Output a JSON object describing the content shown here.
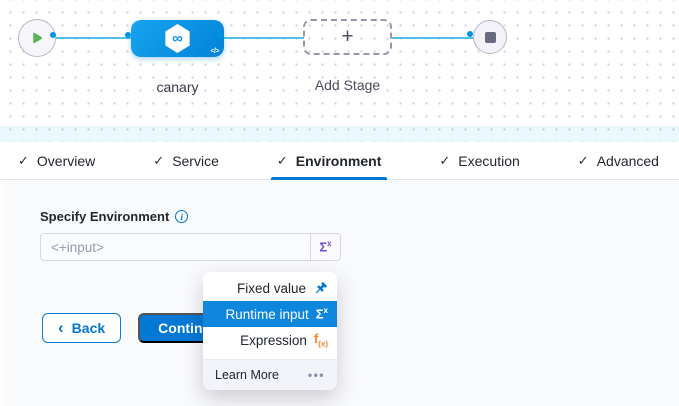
{
  "canvas": {
    "stage_label": "canary",
    "add_stage_label": "Add Stage"
  },
  "tabs": [
    {
      "label": "Overview",
      "checked": true,
      "active": false
    },
    {
      "label": "Service",
      "checked": true,
      "active": false
    },
    {
      "label": "Environment",
      "checked": true,
      "active": true
    },
    {
      "label": "Execution",
      "checked": true,
      "active": false
    },
    {
      "label": "Advanced",
      "checked": true,
      "active": false
    }
  ],
  "form": {
    "label": "Specify Environment",
    "placeholder": "<+input>"
  },
  "actions": {
    "back": "Back",
    "continue": "Continue"
  },
  "dropdown": {
    "items": [
      {
        "label": "Fixed value",
        "icon": "pin-icon",
        "selected": false
      },
      {
        "label": "Runtime input",
        "icon": "runtime-sigma-icon",
        "selected": true
      },
      {
        "label": "Expression",
        "icon": "expression-fx-icon",
        "selected": false
      }
    ],
    "footer": {
      "learn_more": "Learn More",
      "more": "•••"
    }
  },
  "glyphs": {
    "check": "✓",
    "plus": "+",
    "infinity": "∞",
    "code": "</>",
    "back_chevron": "‹",
    "info": "i",
    "sigma": "Σ",
    "sigma_sup": "x",
    "fx_base": "f",
    "fx_sub": "(x)"
  },
  "colors": {
    "primary_blue": "#0278d5",
    "node_blue": "#0a93e6",
    "selected_item_blue": "#0f86de",
    "line_cyan": "#4fc0e8",
    "sigma_purple": "#7051c9",
    "expression_orange": "#ff832b",
    "play_green": "#5ab55a",
    "stop_gray": "#686b80",
    "canvas_strip_tint": "#e7f5fb"
  }
}
